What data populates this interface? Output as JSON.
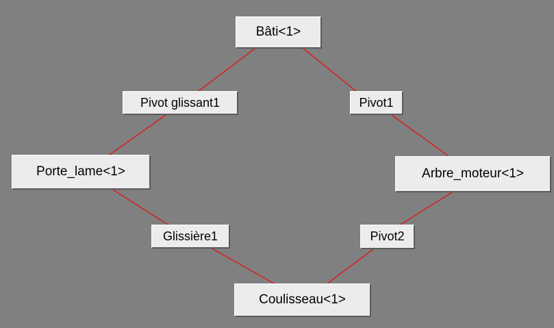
{
  "line_color": "#d42020",
  "background": "#808080",
  "parts": {
    "bati": "Bâti<1>",
    "porte_lame": "Porte_lame<1>",
    "arbre_moteur": "Arbre_moteur<1>",
    "coulisseau": "Coulisseau<1>"
  },
  "joints": {
    "pivot_glissant1": "Pivot glissant1",
    "pivot1": "Pivot1",
    "glissiere1": "Glissière1",
    "pivot2": "Pivot2"
  }
}
